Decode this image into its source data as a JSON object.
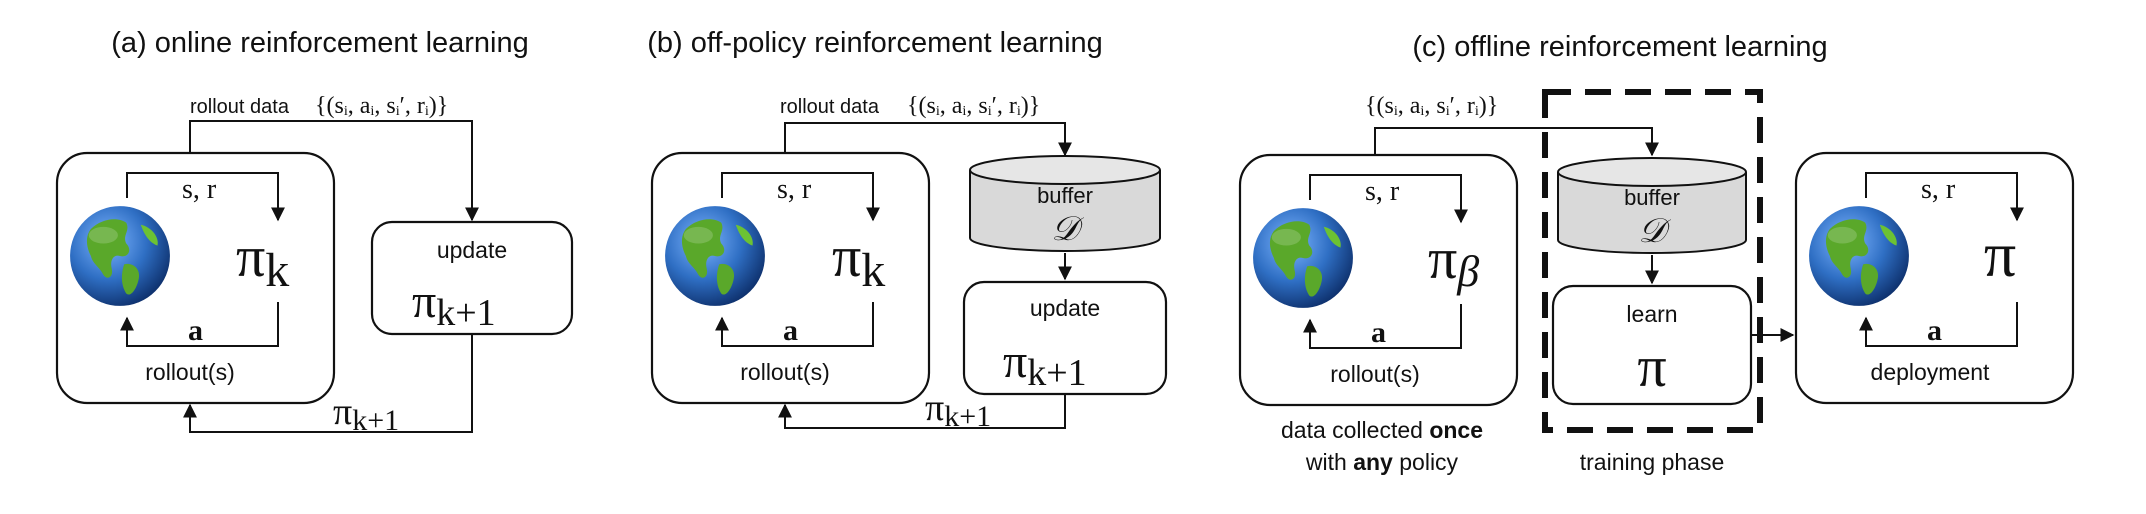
{
  "panels": {
    "a": {
      "title": "(a) online reinforcement learning",
      "rollout_data_label": "rollout data",
      "rollout_data_set": "{(sᵢ, aᵢ, sᵢ′, rᵢ)}",
      "state_reward": "s, r",
      "action": "a",
      "policy_symbol": "π",
      "policy_sub": "k",
      "rollouts_label": "rollout(s)",
      "update_label": "update",
      "update_symbol": "π",
      "update_sub": "k+1",
      "return_symbol": "π",
      "return_sub": "k+1"
    },
    "b": {
      "title": "(b) off-policy reinforcement learning",
      "rollout_data_label": "rollout data",
      "rollout_data_set": "{(sᵢ, aᵢ, sᵢ′, rᵢ)}",
      "state_reward": "s, r",
      "action": "a",
      "policy_symbol": "π",
      "policy_sub": "k",
      "rollouts_label": "rollout(s)",
      "buffer_label": "buffer",
      "buffer_symbol": "𝒟",
      "update_label": "update",
      "update_symbol": "π",
      "update_sub": "k+1",
      "return_symbol": "π",
      "return_sub": "k+1"
    },
    "c": {
      "title": "(c) offline reinforcement learning",
      "rollout_data_set": "{(sᵢ, aᵢ, sᵢ′, rᵢ)}",
      "state_reward": "s, r",
      "action": "a",
      "policy_symbol": "π",
      "policy_sub": "β",
      "rollouts_label": "rollout(s)",
      "caption_line1_pre": "data collected ",
      "caption_line1_bold": "once",
      "caption_line2_pre": "with ",
      "caption_line2_bold": "any",
      "caption_line2_post": " policy",
      "buffer_label": "buffer",
      "buffer_symbol": "𝒟",
      "learn_label": "learn",
      "learn_symbol": "π",
      "training_phase_label": "training phase",
      "deploy_state_reward": "s, r",
      "deploy_action": "a",
      "deploy_symbol": "π",
      "deployment_label": "deployment"
    }
  },
  "colors": {
    "stroke": "#111111",
    "buffer_fill": "#d9d9d9",
    "ocean": "#2f6fc4",
    "land": "#5aa82a"
  }
}
